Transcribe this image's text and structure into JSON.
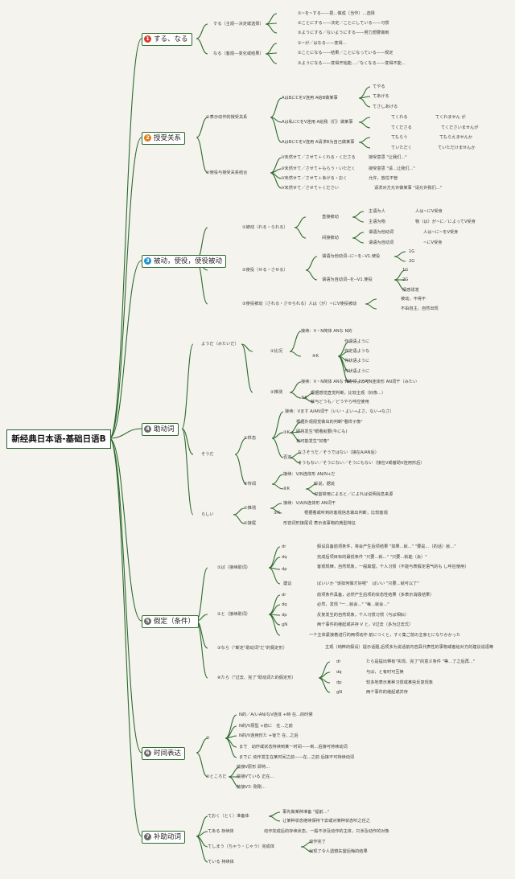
{
  "title": "新经典日本语-基础日语B",
  "colors": {
    "link": "#2d6a2d",
    "background": "#f4f3ee"
  },
  "branches": [
    {
      "num": "1",
      "label": "する、なる",
      "color": "#d93a2b"
    },
    {
      "num": "2",
      "label": "授受关系",
      "color": "#e07a1a"
    },
    {
      "num": "3",
      "label": "被动，使役，使役被动",
      "color": "#1d8fd0"
    },
    {
      "num": "4",
      "label": "助动词",
      "color": "#6a6a6a"
    },
    {
      "num": "5",
      "label": "假定（条件）",
      "color": "#6a6a6a"
    },
    {
      "num": "6",
      "label": "时间表达",
      "color": "#6a6a6a"
    },
    {
      "num": "7",
      "label": "补助动词",
      "color": "#6a6a6a"
    }
  ],
  "nodes": {
    "b1": [
      "する（主观---决定或选择）",
      "なる（客观---变化或结果）",
      "①~を~する——把...做成（当作）...选择",
      "②ことにする——决定／ことにしている——习惯",
      "③ようにする／ないようにする——努力想要做到",
      "①~が／はなる——变得...",
      "②ことになる——结果／ことになっている——规定",
      "③ようになる——变得开始能...／なくなる——变得不能..."
    ],
    "b2": [
      "①表示动作的授受关系",
      "②使役与授受关系结合",
      "AはBにCをV连用 A给B做某事",
      "Aは私にCをV连用 A给我（们）做某事",
      "AはBにCをV连用 A请求B为自己做某事",
      "てやる",
      "てあげる",
      "てさしあげる",
      "てくれる",
      "てくれません が",
      "てくださる",
      "てくださいませんが",
      "てもらう",
      "てもらえませんか",
      "ていただく",
      "ていただけませんか",
      "V未然せて／させて＋くれる・くださる",
      "授受意思 \"让我们...\"",
      "V未然せて／させて＋もらう・いただく",
      "授受意思 \"请...让我们...\"",
      "V未然せて／させて＋あげる・おく",
      "允许，放任不管",
      "V未然せて／させて＋ください",
      "请求对方允许做某事 \"请允许我们...\""
    ],
    "b3": [
      "①被动（れる・られる）",
      "②使役（せる・させる）",
      "③使役被动（される・させられる）人は（が）~にV使役被动",
      "直接被动",
      "主语为人",
      "人は~にV受身",
      "主语为物",
      "物（は）が~に／によってV受身",
      "间接被动",
      "谓语为他动词",
      "人は~に~をV受身",
      "谓语为自动词",
      "~にV受身",
      "谓语为他动词--に~を--V1.使役",
      "1G",
      "2G",
      "谓语为自动词--を--V1.使役",
      "1G",
      "2G",
      "情感诱发",
      "被动，不得不",
      "不由自主，自然出现"
    ],
    "b4": [
      "ようだ（みたいだ）",
      "そうだ",
      "らしい",
      "①比况",
      "②推测",
      "接续：V・N简体 ANな N的",
      "④K",
      "作谓语ように",
      "作定语ような",
      "作状语ように",
      "作状语ように",
      "作中顿ようで",
      "接续：V・N简体 ANな N的——V/A/N连体形 AN词干（みたい",
      "根据感觉直觉判断，比较主观（好像...）",
      "⑤K",
      "就与どうも／どうやら呼应使用",
      "①样态",
      "接续：Vます A/AN词干（いい・よい→よさ、ない→なさ）",
      "③K",
      "根据外观视觉做出的判断\"看样子像\"",
      "即将发生\"眼看就要(今にも)",
      "有可能发生\"好像\"",
      "否定",
      "なさそうだ／そうではない（接在A/AN后）",
      "そうもない／そうにない／そうにもない（接在V或者助V连用形后）",
      "②传闻",
      "接续：V/N连体形 AN/N+だ",
      "⑥K",
      "听说，据说",
      "句首常用によると／によれば说明消息来源",
      "①推测",
      "接续：V/A/N连体形 AN词干",
      "③K",
      "根据看或听到的客观信息做出判断，比较客观",
      "②接尾",
      "形容词形接尾词 表示该事物的典型特征"
    ],
    "b5": [
      "①ば（接续助词）",
      "②と（接续助词）",
      "③なら（\"断定\"助动词\"だ\"的假定形）",
      "④たら（\"过去、完了\"助动词た的假定形）",
      "dr",
      "假设具备前项条件，将会产生后项结果 \"如果...就...\" \"要是...（的话）就...\"",
      "dq",
      "完成后项目标的最低条件 \"只要...就...\" \"只要...就能（会）\"",
      "dp",
      "客观规律，自然现象，一般真理，个人习惯（不能与表假定语气的も し呼应使用）",
      "建议",
      "ばいいか \"该如何做才好呢\"　ばいい \"只要...就可以了\"",
      "dr",
      "前项条件具备，必然产生后项的状态性结果（多表示消极结果）",
      "dq",
      "必然，发现 \"一...就会...\" \"每...就会...\"",
      "dp",
      "反复发生的自然现象，个人习惯习惯（与ば相似）",
      "gN",
      "两个事件的继起或并存 V と，V过去（多为过去式）",
      "一个主体紧接着进行的两项动作 前につくと，すぐ集ご前の主家とになりかかった",
      "主观（纯粹的假设）提示话题,后项多为说话前内容具代表性的事物或者给对方的建议说语等",
      "dr",
      "たら是提出带有\"实现、完了\"的意义条件 \"等...了之后再...\"",
      "dq",
      "与ば，と有时可互换",
      "dp",
      "较多地表示某种习惯或某些反复现象",
      "gN",
      "两个事件的继起或并存"
    ],
    "b6": [
      "①",
      "②ところだ",
      "N的／A/いAN/なV连体 +時 在...的时候",
      "N的/V原型 +前に　在...之前",
      "N的/V连用形た +後で 在...之后",
      "まで　动作或状态持续到某一时间——到...后接可持续动词",
      "までに 动作发生在某时间之前——在...之前 后接不可持续动词",
      "前接V原形 即将...",
      "前接Vている 正在...",
      "前接Vた 刚刚..."
    ],
    "b7": [
      "ておく（とく）准备体",
      "てある 存续体",
      "てしまう（ちゃう・じゃう）完成体",
      "ている 持续体",
      "事先做某种准备 \"提前...\"",
      "让某种状态继续保持下去或对某种状态听之任之",
      "动作完成后的存续状态，一般不涉及动作的主体，只涉及动作的对象",
      "动作完了",
      "出现了令人遗憾失望后悔的结果"
    ]
  }
}
